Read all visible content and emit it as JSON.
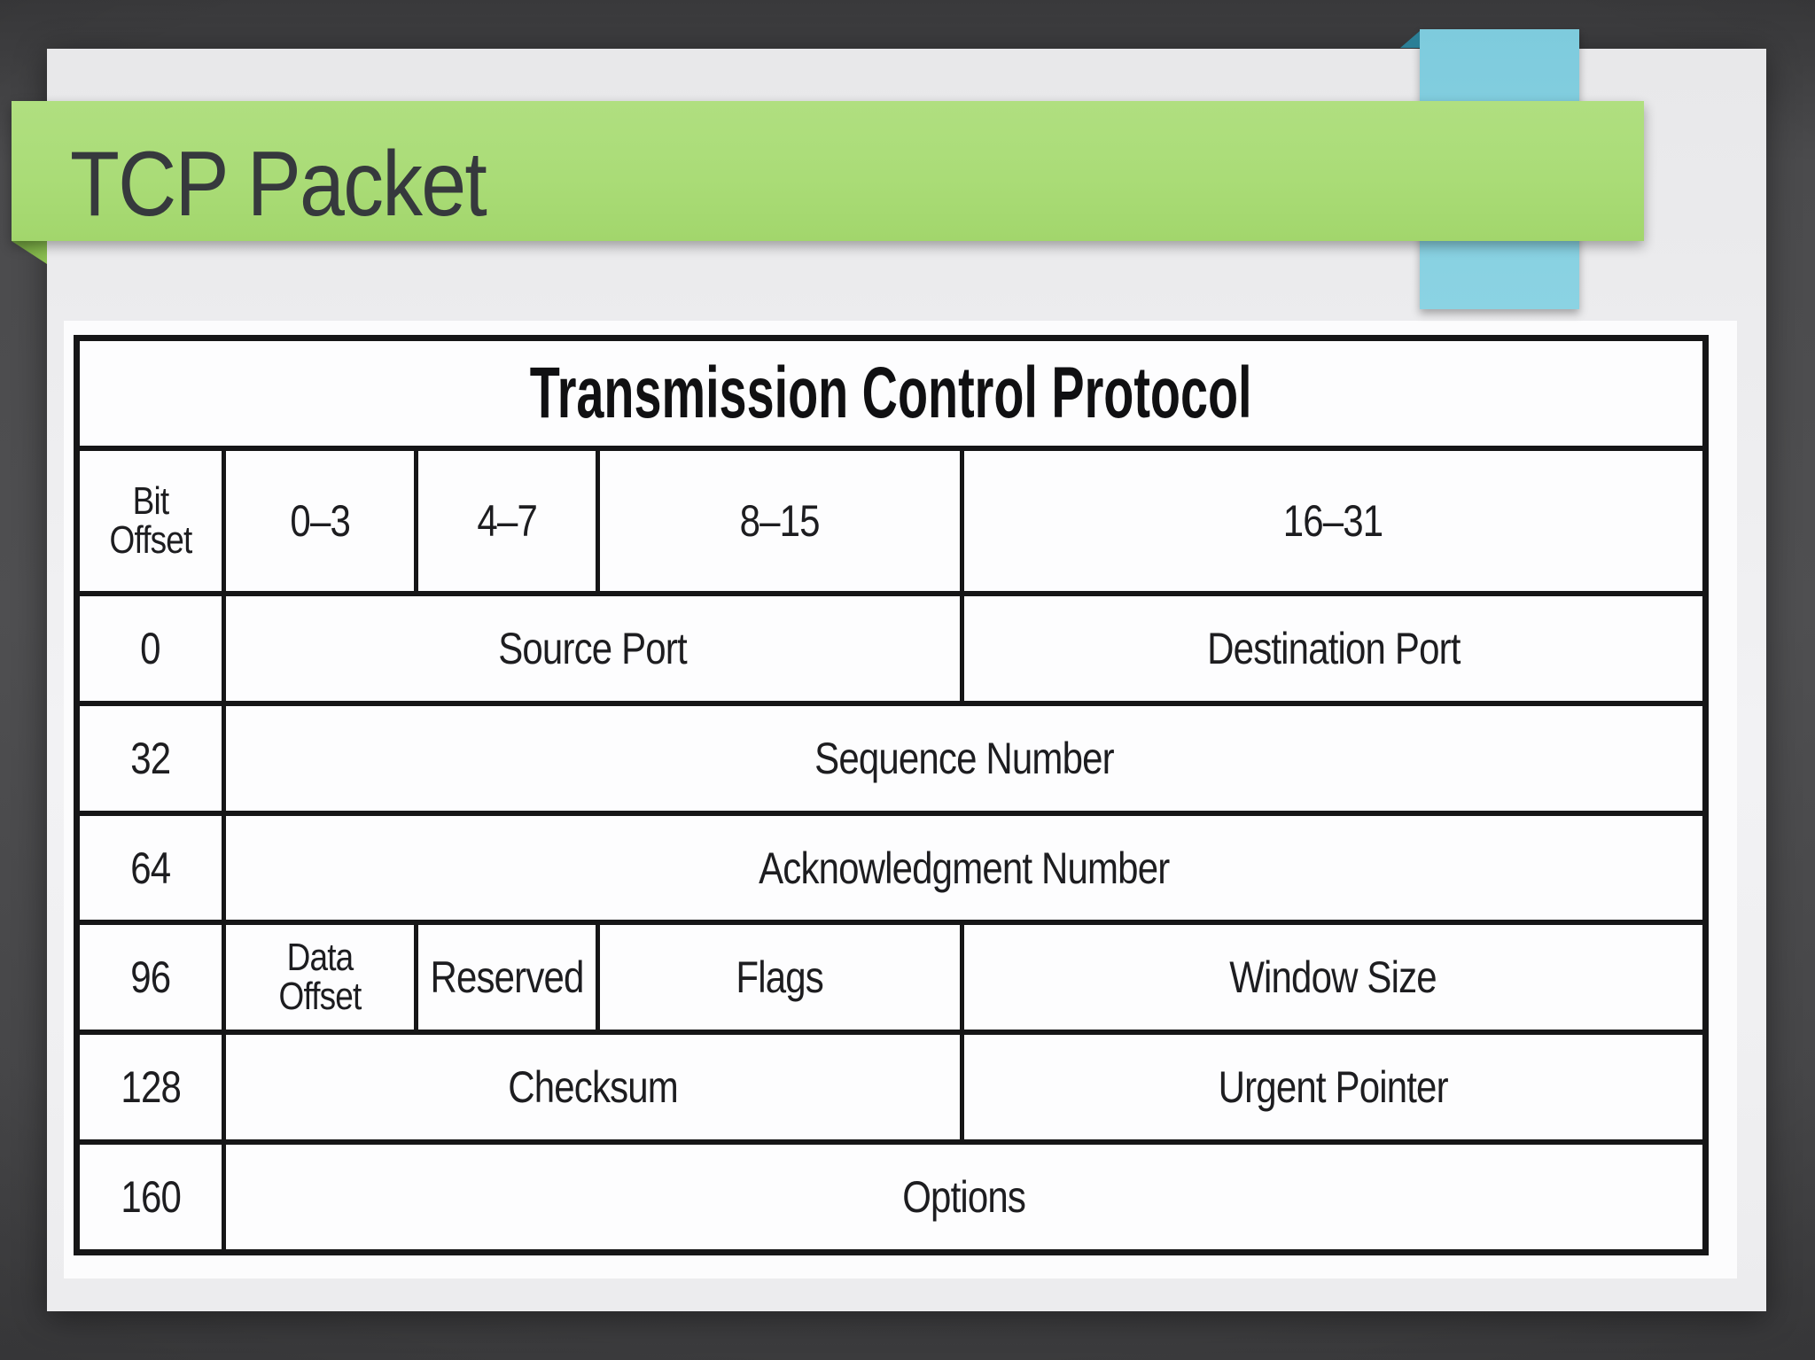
{
  "slide": {
    "title": "TCP Packet"
  },
  "diagram": {
    "title": "Transmission Control Protocol",
    "header": {
      "row_label": "Bit Offset",
      "bit_ranges": [
        "0–3",
        "4–7",
        "8–15",
        "16–31"
      ]
    },
    "rows": [
      {
        "offset": "0",
        "fields": [
          {
            "label": "Source Port"
          },
          {
            "label": "Destination Port"
          }
        ]
      },
      {
        "offset": "32",
        "fields": [
          {
            "label": "Sequence Number"
          }
        ]
      },
      {
        "offset": "64",
        "fields": [
          {
            "label": "Acknowledgment Number"
          }
        ]
      },
      {
        "offset": "96",
        "fields": [
          {
            "label": "Data Offset"
          },
          {
            "label": "Reserved"
          },
          {
            "label": "Flags"
          },
          {
            "label": "Window Size"
          }
        ]
      },
      {
        "offset": "128",
        "fields": [
          {
            "label": "Checksum"
          },
          {
            "label": "Urgent Pointer"
          }
        ]
      },
      {
        "offset": "160",
        "fields": [
          {
            "label": "Options"
          }
        ]
      }
    ]
  },
  "colors": {
    "banner_green": "#aadc77",
    "banner_fold_green": "#6f9f3d",
    "ribbon_blue": "#84cfe0",
    "ribbon_fold_teal": "#2b7f96",
    "page_background": "#47474a",
    "slide_background": "#efeff1",
    "panel_background": "#fcfcfd",
    "table_line": "#161617",
    "table_text": "#1d1d20",
    "title_text": "#36393d"
  }
}
